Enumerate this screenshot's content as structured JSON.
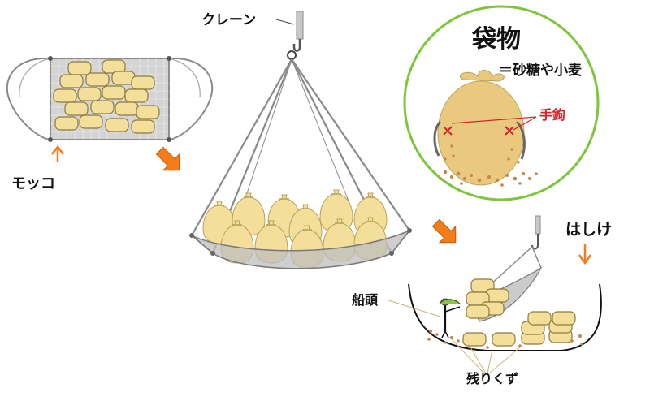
{
  "labels": {
    "crane": "クレーン",
    "mokko": "モッコ",
    "fukuro_title": "袋物",
    "sato_komugi": "＝砂糖や小麦",
    "tekagi": "手鉤",
    "hashike": "はしけ",
    "sento": "船頭",
    "nokorikuzu": "残りくず"
  },
  "colors": {
    "sack_fill": "#f3df9a",
    "sack_stroke": "#b8a15a",
    "sack_sphere": "#e9c97d",
    "circle_border": "#7dc53a",
    "orange_arrow": "#f47c1a",
    "red_mark": "#d8232a",
    "crumbs": "#c8834a",
    "net_gray": "#8a8a8a",
    "mokko_bg": "#d4d4d4"
  },
  "icons": [
    "orange-arrow-icon",
    "hook-icon",
    "red-x-icon"
  ]
}
